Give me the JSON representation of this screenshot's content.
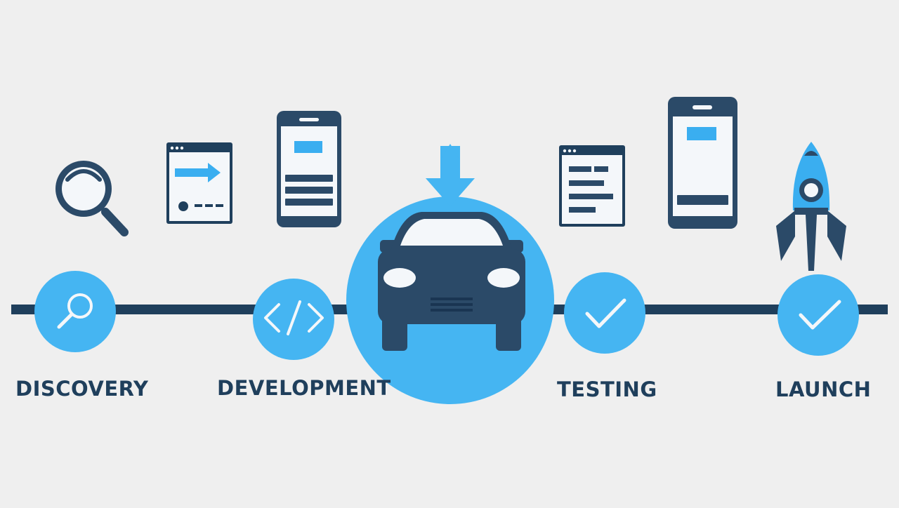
{
  "colors": {
    "background": "#efefef",
    "navy": "#2b4a68",
    "navy_dark": "#1f3f5c",
    "accent_blue": "#3aaef0",
    "light_blue": "#45b5f2",
    "screen_bg": "#f4f7fa"
  },
  "stages": [
    {
      "label": "DISCOVERY",
      "icon": "magnifier-icon"
    },
    {
      "label": "DEVELOPMENT",
      "icon": "code-brackets-icon"
    },
    {
      "label": "",
      "icon": "car-icon"
    },
    {
      "label": "TESTING",
      "icon": "checkmark-icon"
    },
    {
      "label": "LAUNCH",
      "icon": "checkmark-icon"
    }
  ],
  "illustrations": [
    "magnifying-glass-icon",
    "browser-window-arrow-icon",
    "mobile-app-screen-icon",
    "download-arrow-icon",
    "browser-window-list-icon",
    "tablet-screen-icon",
    "rocket-icon"
  ]
}
